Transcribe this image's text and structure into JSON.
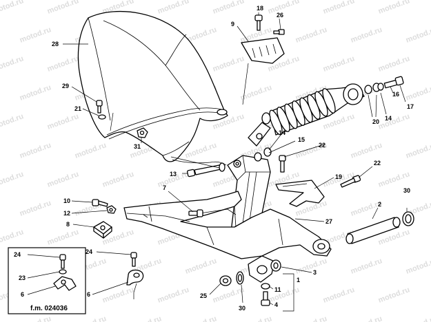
{
  "diagram": {
    "watermark": "motod.ru",
    "figure_code": "f.m. 024036",
    "callouts": [
      "18",
      "26",
      "9",
      "28",
      "29",
      "21",
      "31",
      "20",
      "14",
      "16",
      "17",
      "14",
      "15",
      "22",
      "13",
      "19",
      "22",
      "30",
      "7",
      "10",
      "12",
      "8",
      "2",
      "27",
      "24",
      "24",
      "23",
      "6",
      "6",
      "3",
      "25",
      "30",
      "11",
      "4",
      "1"
    ]
  }
}
